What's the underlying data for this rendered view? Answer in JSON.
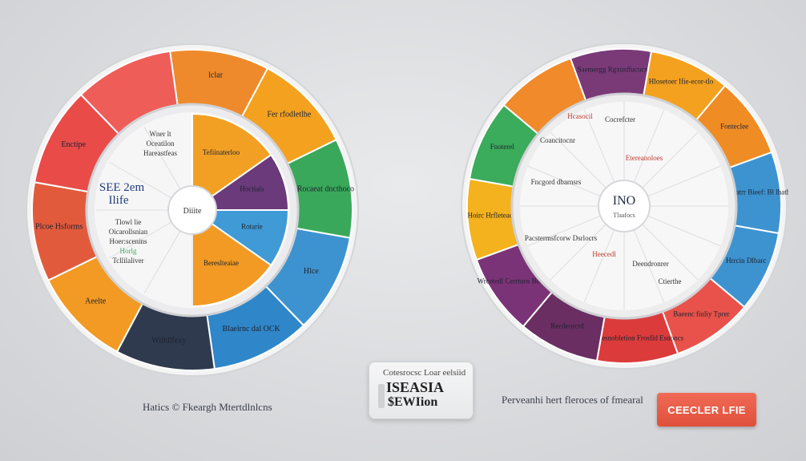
{
  "left_wheel": {
    "center_title_line1": "SEE 2em",
    "center_title_line2": "Ilife",
    "center_hub": "Diiite",
    "inner_notes": [
      "Wner lt",
      "Oceatilon",
      "Hareastfeas"
    ],
    "inner_lower_notes": [
      "Tlowl lie",
      "Oicarollsnian",
      "Hoer:scenins",
      "Horlg",
      "Tcllilaliver"
    ],
    "slices": [
      {
        "label": "lclar",
        "color": "#ee8a2c"
      },
      {
        "label": "Fer rfodletlhe",
        "color": "#f3a11e"
      },
      {
        "label": "Rocaeat dncthoco",
        "color": "#3aa85a"
      },
      {
        "label": "Hlce",
        "color": "#3d93cf"
      },
      {
        "label": "Blaeirnc dal OCK",
        "color": "#2f86c9"
      },
      {
        "label": "Wilhllfexy",
        "color": "#2f3a4e"
      },
      {
        "label": "Aeelte",
        "color": "#f29a23"
      },
      {
        "label": "Plcoe Hsforms",
        "color": "#e25a3c"
      },
      {
        "label": "Enctipe",
        "color": "#e84b48"
      },
      {
        "label": "",
        "color": "#ef5d58"
      }
    ],
    "inner_slices": [
      {
        "label": "Tefiinaterloo",
        "color": "#f2a024"
      },
      {
        "label": "Hoctiais",
        "color": "#6a3a7a"
      },
      {
        "label": "Rotarie",
        "color": "#3f9ad6"
      },
      {
        "label": "Bereslteaiae",
        "color": "#f29a23"
      }
    ]
  },
  "right_wheel": {
    "center_title": "INO",
    "center_sub": "Tlaafocs",
    "slices": [
      {
        "label": "Saemergg Rgxusffucucs",
        "color": "#7a3a78"
      },
      {
        "label": "Hlosetoer Ifie-ecor-tlo",
        "color": "#f3a11e"
      },
      {
        "label": "Fonteclee",
        "color": "#f08c24"
      },
      {
        "label": "Beatatrr Bieef: Bl lhathg",
        "color": "#3d93cf"
      },
      {
        "label": "Hrrcin Dlbarc",
        "color": "#3d93cf"
      },
      {
        "label": "Baeenc fiuliy Tprer",
        "color": "#e8524a"
      },
      {
        "label": "Brnsesnobletion Frosfld Esnoncs",
        "color": "#dc3b3b"
      },
      {
        "label": "Recdeorcrd",
        "color": "#6a2e62"
      },
      {
        "label": "Wrcetedl Cerrtuos Bonoe",
        "color": "#7b3377"
      },
      {
        "label": "Hoirc Hrfleteac",
        "color": "#f3b21e"
      },
      {
        "label": "Fnoterel",
        "color": "#3bab5c"
      },
      {
        "label": "",
        "color": "#f08a2a"
      }
    ],
    "inner_notes": [
      "Hcasocil",
      "Cocrefcter",
      "Coancitocnr",
      "Etereanoloes",
      "Fncgord dbarnsrs",
      "Pacstermsfcorw Dsrlocrs",
      "Heecedl",
      "Deendronrer",
      "Ctierthe"
    ]
  },
  "caption_left": "Hatics © Fkeargh Mtertdlnlcns",
  "caption_right": "Perveanhi hert fleroces of fmearal",
  "mid_card": {
    "line1": "Cotesrocsc Loar eelsiid",
    "line2": "ISEASIA",
    "line3": "$EWIion"
  },
  "cta_label": "CEECLER LFIE"
}
